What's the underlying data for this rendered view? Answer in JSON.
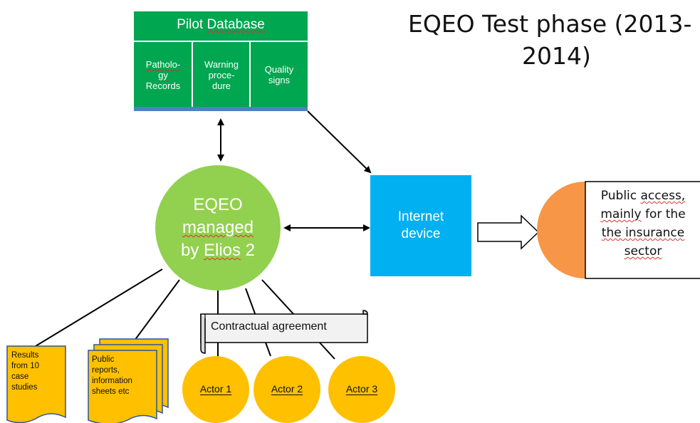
{
  "title": {
    "line1": "EQEO Test phase (2013-",
    "line2": "2014)"
  },
  "database": {
    "header_pre": "Pilot ",
    "header_word": "Database",
    "cols": [
      {
        "l1": "Patholo-",
        "l2": "gy",
        "l3": "Records"
      },
      {
        "l1": "Warning",
        "l2": "proce-",
        "l3": "dure"
      },
      {
        "l1": "Quality",
        "l2": "signs"
      }
    ]
  },
  "center": {
    "l1": "EQEO",
    "l2": "managed",
    "l3_pre": "by ",
    "l3_word": "Elios",
    "l3_post": " 2"
  },
  "internet": {
    "l1": "Internet",
    "l2": "device"
  },
  "public": {
    "l1_pre": "Public ",
    "l1_word": "access,",
    "l2_word": "mainly",
    "l2_post": " for the",
    "l3": "the insurance",
    "l4": "sector"
  },
  "agreement": "Contractual agreement",
  "actors": [
    "Actor 1",
    "Actor 2",
    "Actor 3"
  ],
  "doc1": {
    "lines": [
      "Results",
      "from 10",
      "case",
      "studies"
    ]
  },
  "doc2": {
    "lines": [
      "Public",
      "reports,",
      "information",
      "sheets etc"
    ]
  },
  "colors": {
    "green": "#00a650",
    "light_green": "#92d050",
    "blue": "#00b0f0",
    "orange": "#f79646",
    "yellow": "#ffc000",
    "steel": "#4f81bd"
  }
}
